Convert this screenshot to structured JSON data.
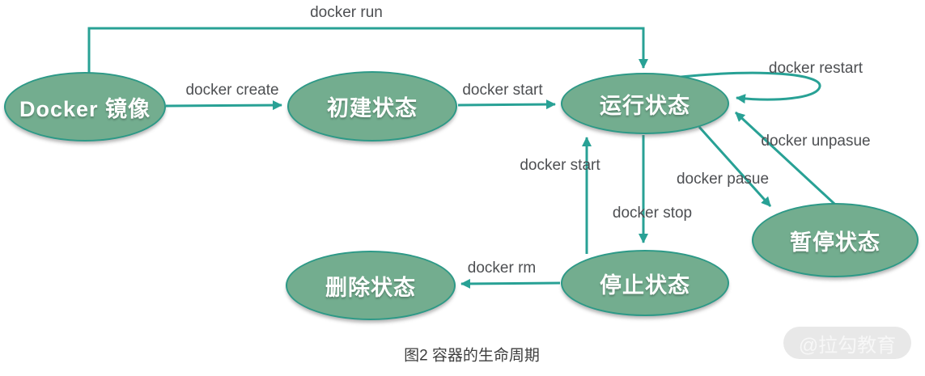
{
  "diagram": {
    "caption": "图2 容器的生命周期",
    "watermark": "@拉勾教育",
    "colors": {
      "node_fill": "#73ad8f",
      "node_border": "#2d9987",
      "arrow": "#28a195",
      "edge_label": "#4d4f52",
      "node_text": "#ffffff"
    },
    "nodes": {
      "image": {
        "label": "Docker 镜像"
      },
      "created": {
        "label": "初建状态"
      },
      "running": {
        "label": "运行状态"
      },
      "paused": {
        "label": "暂停状态"
      },
      "stopped": {
        "label": "停止状态"
      },
      "deleted": {
        "label": "删除状态"
      }
    },
    "edges": {
      "run": {
        "label": "docker run",
        "from": "image",
        "to": "running"
      },
      "create": {
        "label": "docker create",
        "from": "image",
        "to": "created"
      },
      "start_created": {
        "label": "docker start",
        "from": "created",
        "to": "running"
      },
      "restart": {
        "label": "docker restart",
        "from": "running",
        "to": "running"
      },
      "unpause": {
        "label": "docker unpasue",
        "from": "paused",
        "to": "running"
      },
      "pause": {
        "label": "docker pasue",
        "from": "running",
        "to": "paused"
      },
      "stop": {
        "label": "docker stop",
        "from": "running",
        "to": "stopped"
      },
      "start_stopped": {
        "label": "docker start",
        "from": "stopped",
        "to": "running"
      },
      "rm": {
        "label": "docker rm",
        "from": "stopped",
        "to": "deleted"
      }
    }
  }
}
